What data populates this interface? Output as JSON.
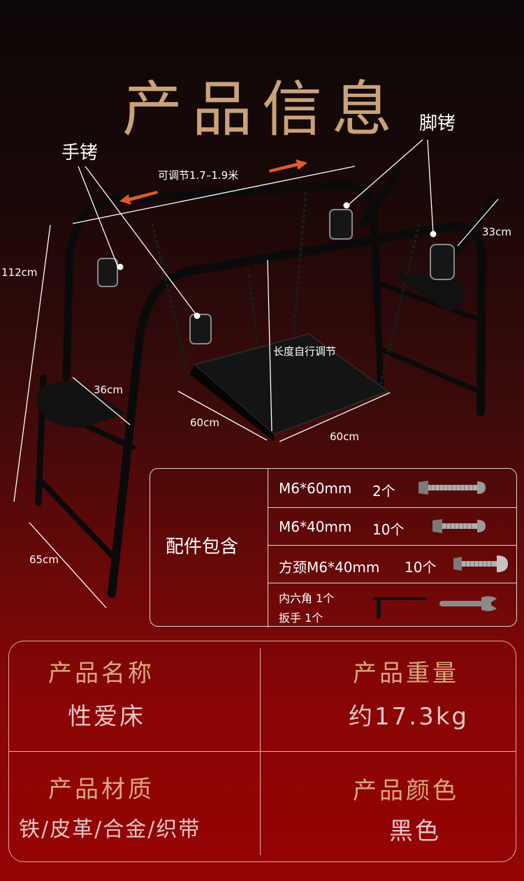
{
  "page": {
    "title": "产品信息"
  },
  "annotations": {
    "handcuffs": "手铐",
    "ankle_cuffs": "脚铐",
    "adjustable": "可调节1.7–1.9米",
    "height": "112cm",
    "depth": "65cm",
    "seat_width": "36cm",
    "seat_length_a": "60cm",
    "seat_length_b": "60cm",
    "chain_note": "长度自行调节",
    "post_width": "33cm"
  },
  "accessories": {
    "title": "配件包含",
    "items": [
      {
        "name": "M6*60mm",
        "count": "2个",
        "icon": "long-bolt-icon"
      },
      {
        "name": "M6*40mm",
        "count": "10个",
        "icon": "bolt-icon"
      },
      {
        "name": "方颈M6*40mm",
        "count": "10个",
        "icon": "carriage-bolt-icon"
      }
    ],
    "tools": {
      "line1": "内六角 1个",
      "line2": "扳手   1个",
      "icons": [
        "hex-key-icon",
        "wrench-icon"
      ]
    }
  },
  "specs": [
    {
      "label": "产品名称",
      "value": "性爱床"
    },
    {
      "label": "产品重量",
      "value": "约17.3kg"
    },
    {
      "label": "产品材质",
      "value": "铁/皮革/合金/织带"
    },
    {
      "label": "产品颜色",
      "value": "黑色"
    }
  ],
  "colors": {
    "title_gold": "#c9a27a",
    "label_gold": "#d8a77b",
    "arrow_orange": "#e05a2a",
    "background_red": "#960404"
  }
}
